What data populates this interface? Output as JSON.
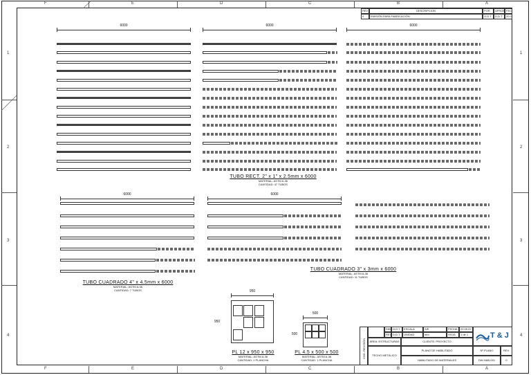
{
  "zones_top": [
    "F",
    "E",
    "D",
    "C",
    "B",
    "A"
  ],
  "zones_bottom": [
    "F",
    "E",
    "D",
    "C",
    "B",
    "A"
  ],
  "zones_left": [
    "1",
    "2",
    "3",
    "4"
  ],
  "zones_right": [
    "1",
    "2",
    "3",
    "4"
  ],
  "revision_table": {
    "headers": [
      "REV",
      "DESCRIPCION",
      "POR",
      "APROB",
      "FECHA"
    ],
    "rows": [
      [
        "0",
        "EMISIÓN PARA FABRICACIÓN",
        "O.D.T.",
        "D.D.T.",
        "20.09.22"
      ]
    ]
  },
  "groups": {
    "g1": {
      "dim": "6000"
    },
    "g2": {
      "dim": "6000"
    },
    "g3": {
      "dim": "6000"
    },
    "g4": {
      "dim": "6000"
    },
    "g5": {
      "dim": "6000"
    }
  },
  "captions": {
    "rect": {
      "title": "TUBO RECT. 2\" x 1\" x 2.5mm x 6000",
      "sub1": "MATERIAL: ASTM A-36",
      "sub2": "CANTIDAD: 47 TUBOS"
    },
    "sq4": {
      "title": "TUBO CUADRADO 4\" x 4.5mm x 6000",
      "sub1": "MATERIAL: ASTM A-36",
      "sub2": "CANTIDAD: 7 TUBOS"
    },
    "sq3": {
      "title": "TUBO CUADRADO 3\" x 3mm x 6000",
      "sub1": "MATERIAL: ASTM A-36",
      "sub2": "CANTIDAD: 11 TUBOS"
    },
    "pl12": {
      "title": "PL 12 x 950 x 950",
      "sub1": "MATERIAL: ASTM A-36",
      "sub2": "CANTIDAD: 1 PLANCHA",
      "dim_w": "950",
      "dim_h": "950"
    },
    "pl45": {
      "title": "PL 4.5 x 500 x 500",
      "sub1": "MATERIAL: ASTM A-36",
      "sub2": "CANTIDAD: 1 PLANCHA",
      "dim_w": "500",
      "dim_h": "500"
    }
  },
  "title_block": {
    "side_label": "COD. REVISIÓN",
    "rows": [
      [
        "DIBUJO",
        "O.D.T.",
        "ESCALA",
        "S/E",
        "FECHA",
        "20.09.22"
      ],
      [
        "REVISÓ",
        "D.D.T.",
        "UNIDAD",
        "mm",
        "HOJA",
        "1 de 1"
      ]
    ],
    "project_label": "TECHO METÁLICO",
    "area_label": "ÁREA: ESTRUCTURAS",
    "client": "CLIENTE: PROYECTO",
    "plan_title": "PLANO DE HABILITADO",
    "drawing_title": "HABILITADO DE MATERIALES",
    "plan_no_label": "Nº PLANO",
    "plan_no": "DW-HAB-001",
    "rev_label": "REV.",
    "rev": "0",
    "company": "T & J"
  },
  "colors": {
    "line": "#222222",
    "logo": "#1a5a9a"
  }
}
